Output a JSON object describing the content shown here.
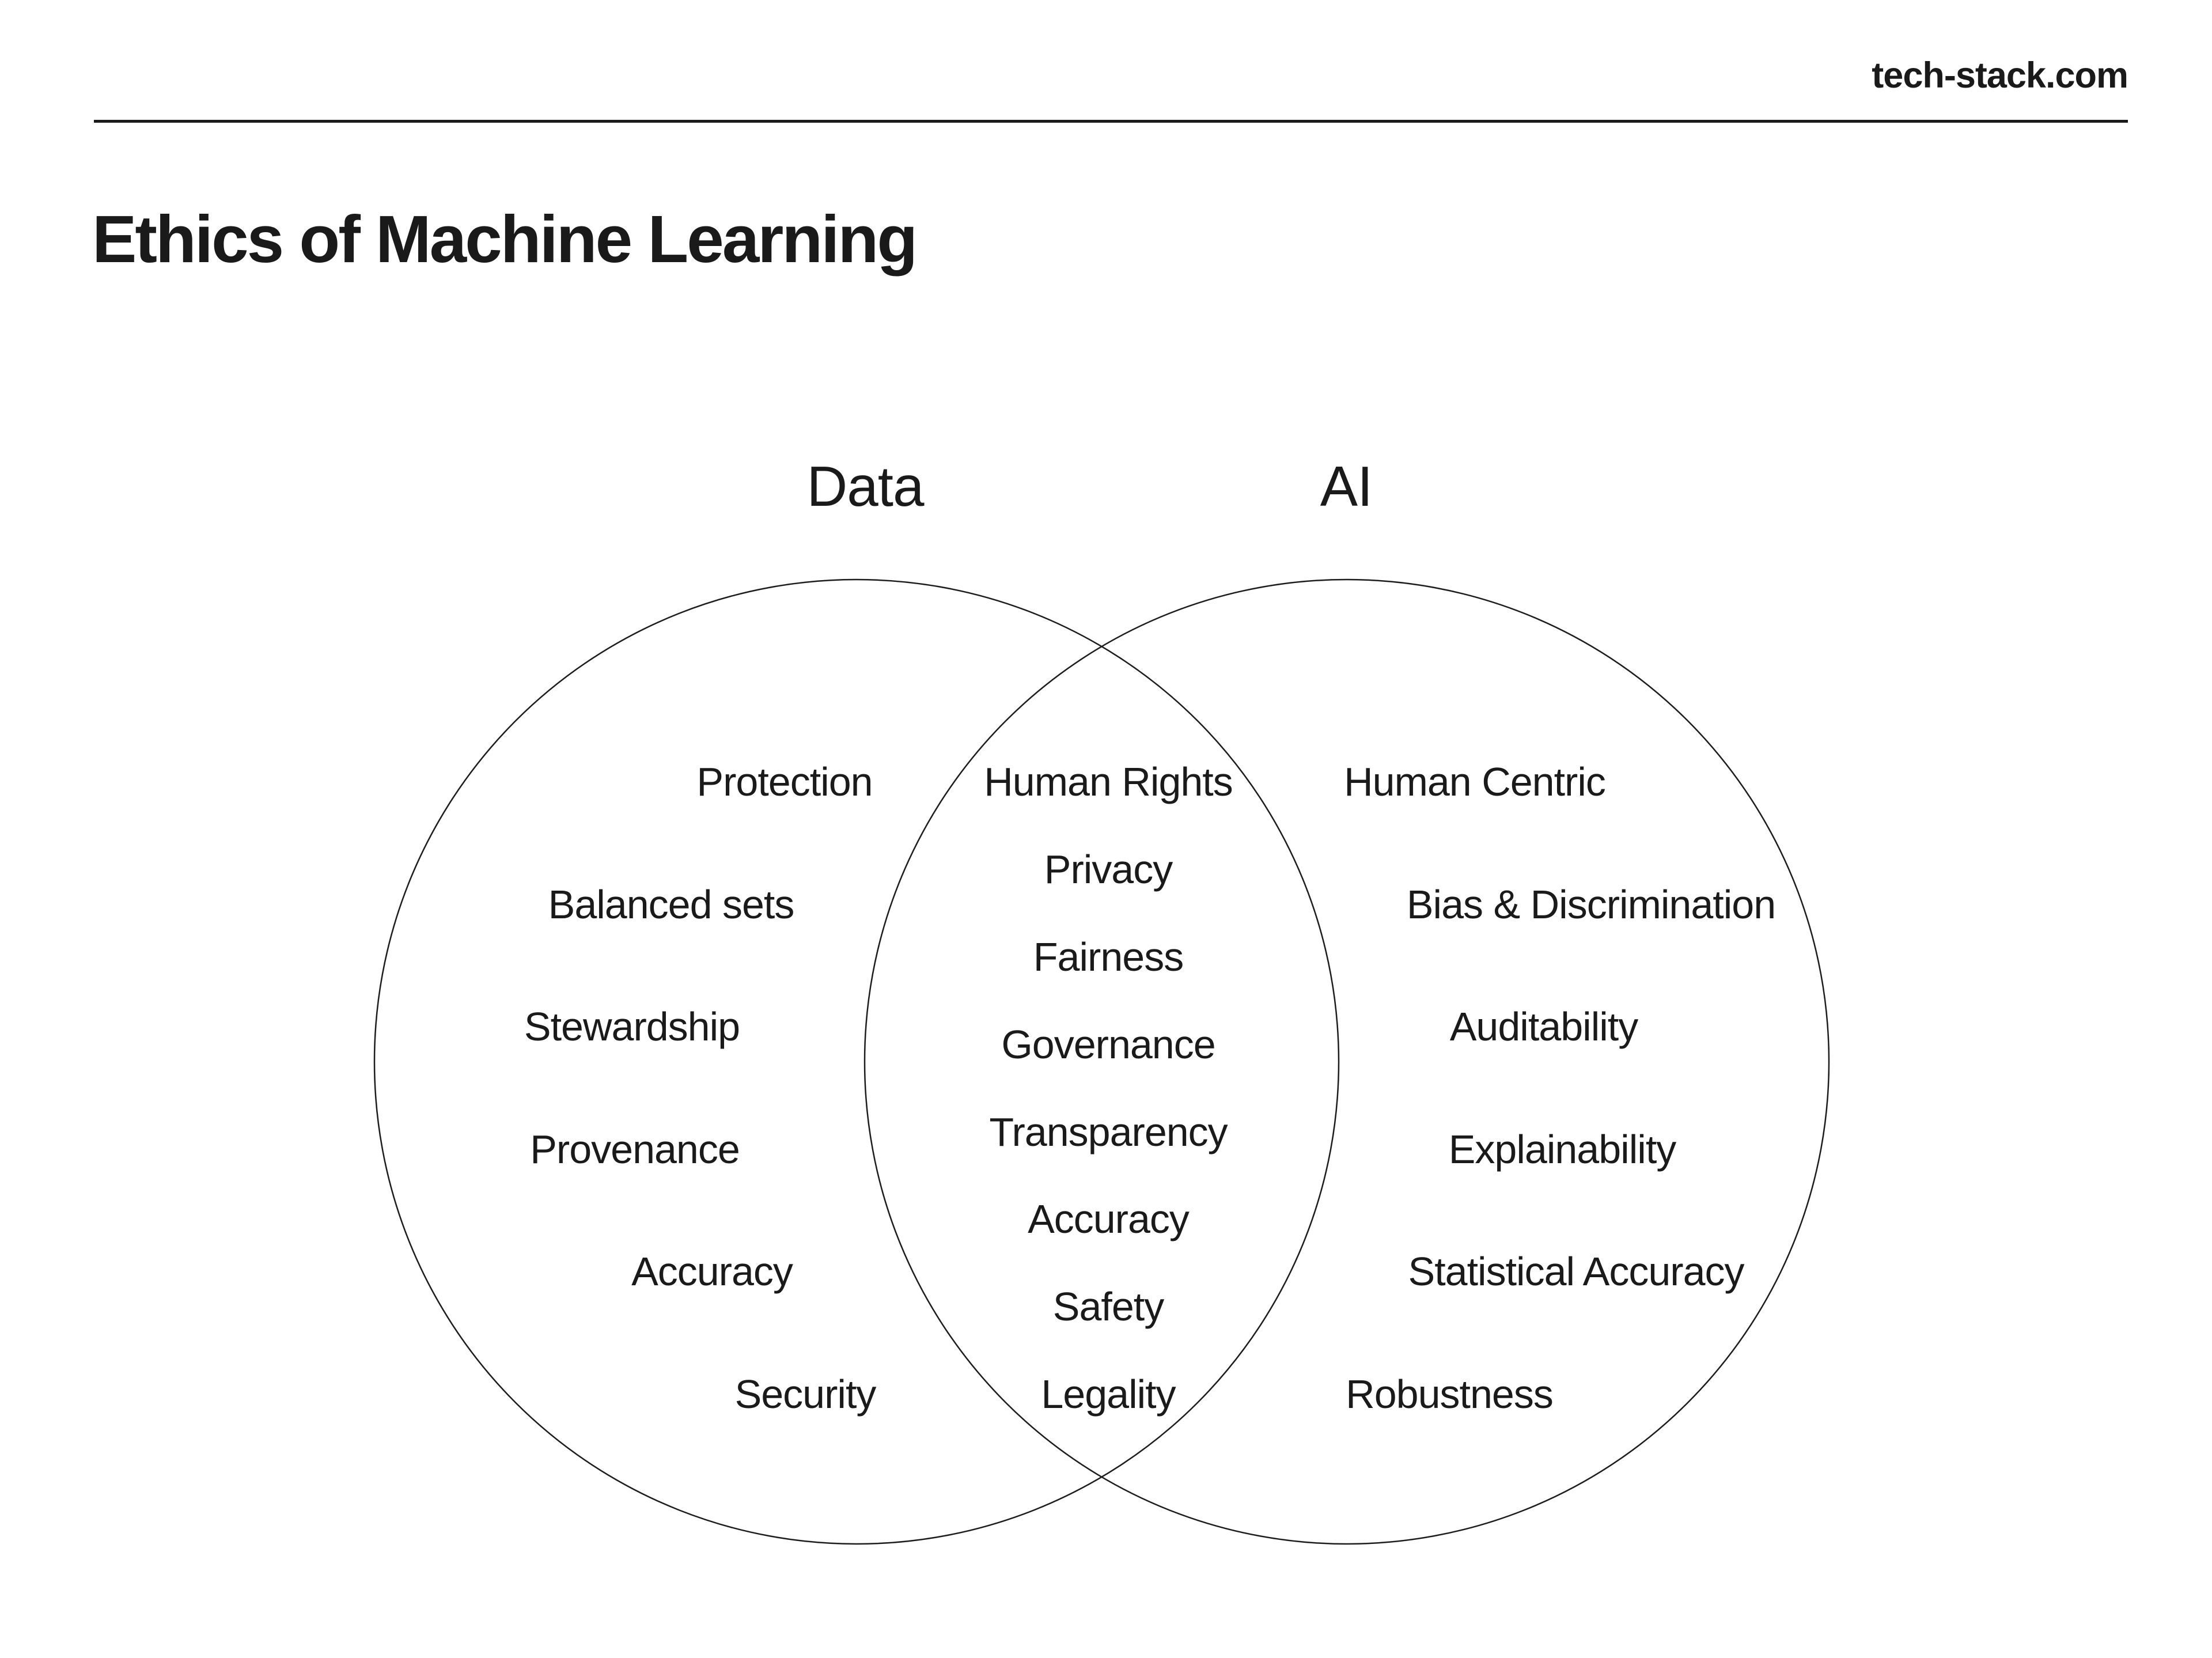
{
  "page": {
    "background": "#ffffff",
    "text_color": "#1a1a1a",
    "circle_stroke_color": "#1c1c1c"
  },
  "header": {
    "site": "tech-stack.com",
    "title": "Ethics of Machine Learning"
  },
  "venn": {
    "left_label": "Data",
    "right_label": "AI",
    "left_items": [
      "Protection",
      "Balanced sets",
      "Stewardship",
      "Provenance",
      "Accuracy",
      "Security"
    ],
    "middle_items": [
      "Human Rights",
      "Privacy",
      "Fairness",
      "Governance",
      "Transparency",
      "Accuracy",
      "Safety",
      "Legality"
    ],
    "right_items": [
      "Human Centric",
      "Bias & Discrimination",
      "Auditability",
      "Explainability",
      "Statistical Accuracy",
      "Robustness"
    ]
  }
}
